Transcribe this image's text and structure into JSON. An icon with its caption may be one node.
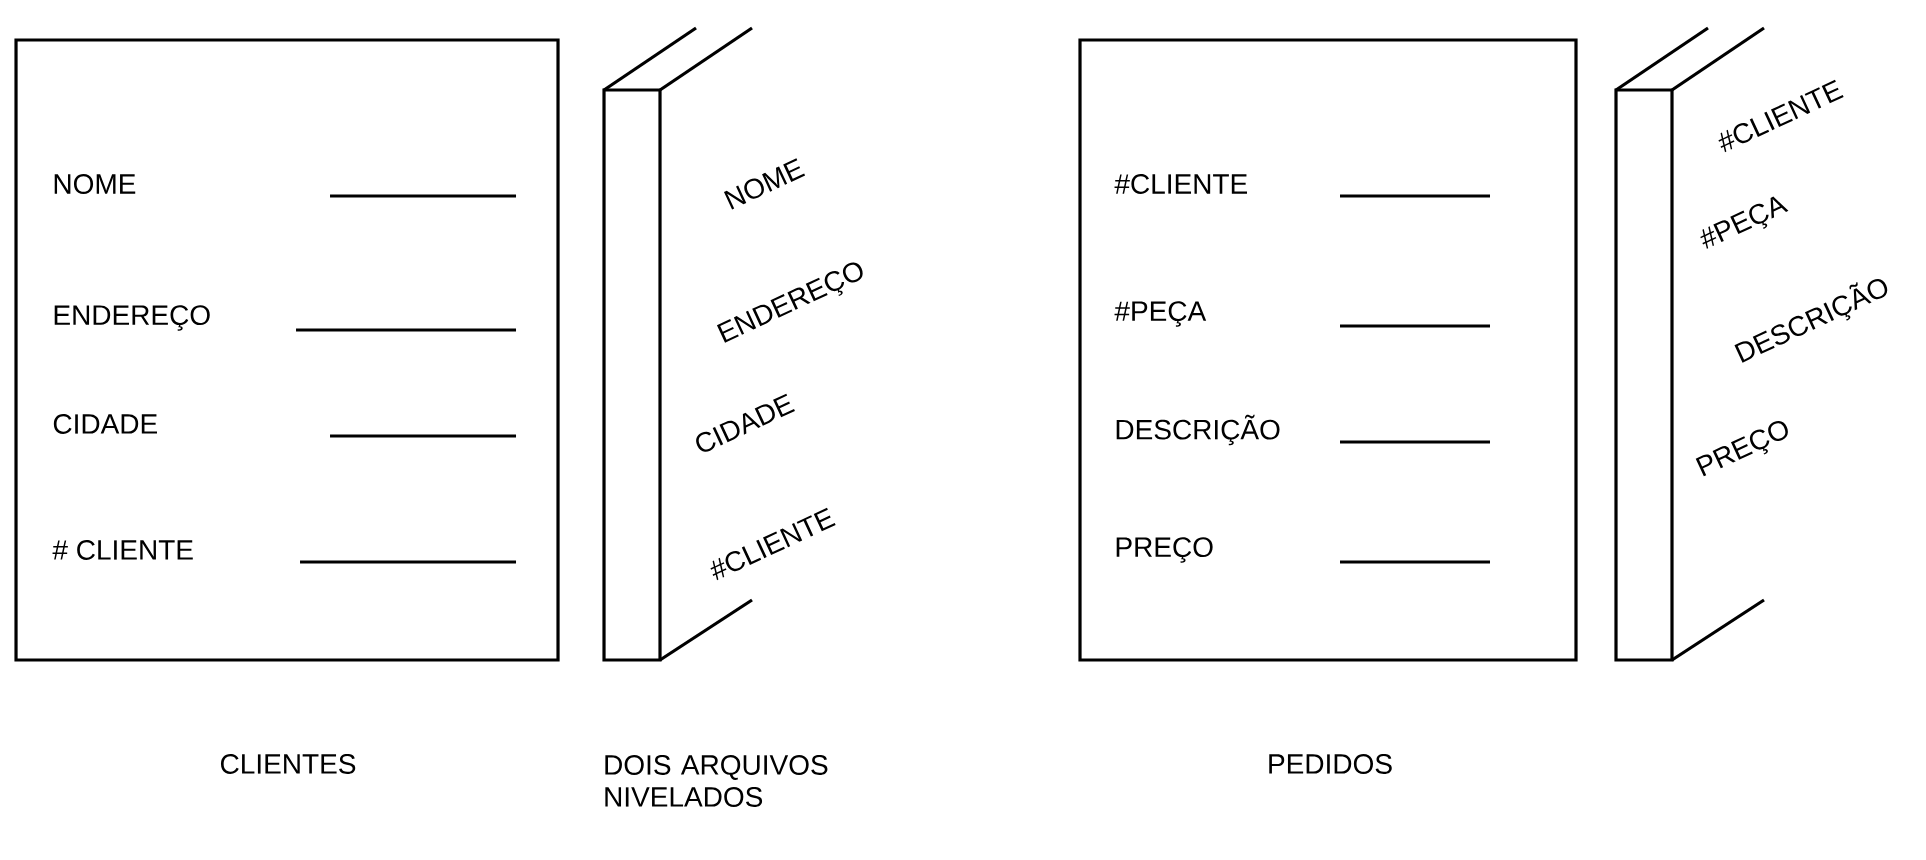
{
  "diagram": {
    "nodes": [
      {
        "text": [
          "NOME",
          "ENDEREÇO",
          "CIDADE",
          "# CLIENTE"
        ],
        "beside": [
          "CLIENTES"
        ]
      },
      {
        "text": [
          "NOME",
          "ENDEREÇO",
          "CIDADE",
          "#CLIENTE"
        ]
      },
      {
        "text": [
          "#CLIENTE",
          "#PEÇA",
          "DESCRIÇÃO",
          "PREÇO"
        ],
        "beside": [
          "PEDIDOS"
        ]
      },
      {
        "text": [
          "#CLIENTE",
          "#PEÇA",
          "DESCRIÇÃO",
          "PREÇO"
        ]
      }
    ],
    "labels": [
      "DOIS ARQUIVOS NIVELADOS"
    ]
  }
}
